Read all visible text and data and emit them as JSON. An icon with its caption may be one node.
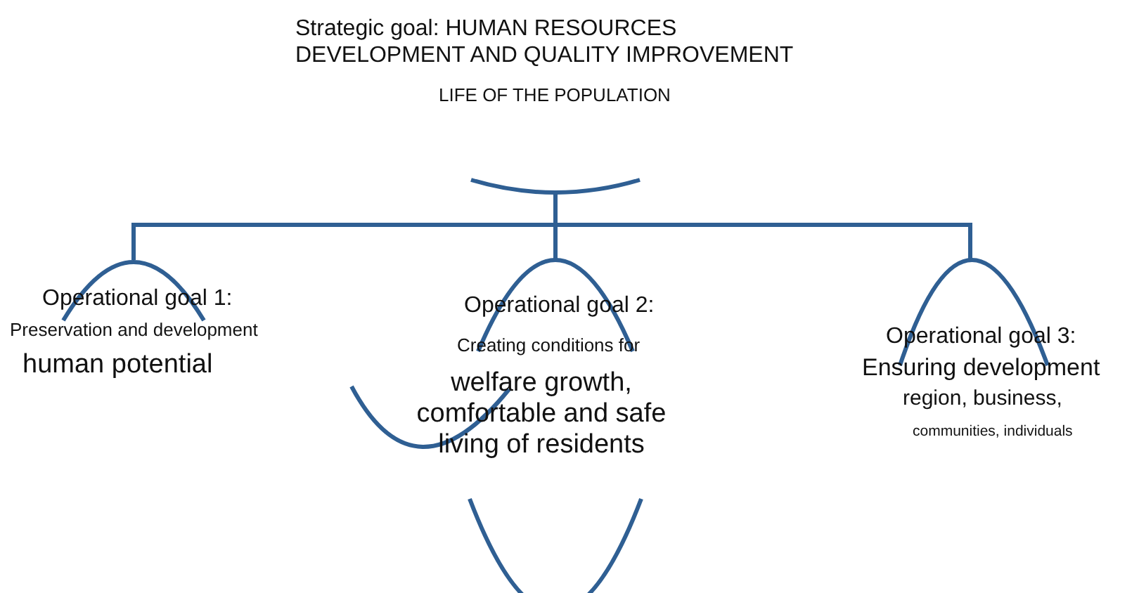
{
  "diagram": {
    "nodes": [
      {
        "text": [
          "Strategic goal: HUMAN RESOURCES DEVELOPMENT AND QUALITY IMPROVEMENT",
          "LIFE OF THE POPULATION"
        ]
      },
      {
        "text": [
          "Operational goal 1:",
          "Preservation and development",
          "human potential"
        ]
      },
      {
        "text": [
          "Operational goal 2:",
          "Creating conditions for",
          "welfare growth, comfortable and safe living of residents"
        ]
      },
      {
        "text": [
          "Operational goal 3:",
          "Ensuring development",
          "region, business,",
          "communities, individuals"
        ]
      }
    ],
    "edges": [
      {
        "from": 0,
        "to": 1,
        "arrow": "none"
      },
      {
        "from": 0,
        "to": 2,
        "arrow": "none"
      },
      {
        "from": 0,
        "to": 3,
        "arrow": "none"
      }
    ]
  }
}
